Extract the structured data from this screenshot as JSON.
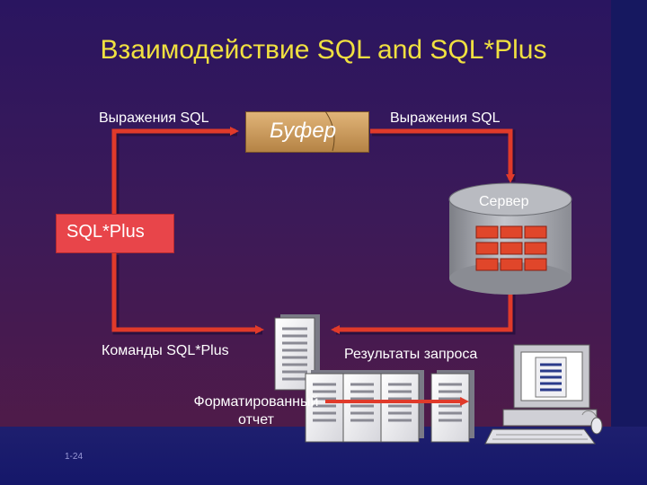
{
  "title": "Взаимодействие SQL and SQL*Plus",
  "labels": {
    "sql_statements_left": "Выражения SQL",
    "buffer": "Буфер",
    "sql_statements_right": "Выражения SQL",
    "server": "Сервер",
    "sqlplus": "SQL*Plus",
    "sqlplus_commands": "Команды SQL*Plus",
    "query_results": "Результаты запроса",
    "formatted_report_line1": "Форматированный",
    "formatted_report_line2": "отчет"
  },
  "page_number": "1-24",
  "colors": {
    "title": "#f0e040",
    "arrow": "#e03a2a",
    "sqlplus_box": "#e8454a",
    "buffer_box": "#d4a262",
    "server_drum": "#a8aab0",
    "server_bricks": "#e0462a"
  },
  "icons": [
    "document-stack-icon",
    "computer-workstation-icon",
    "database-server-icon"
  ]
}
